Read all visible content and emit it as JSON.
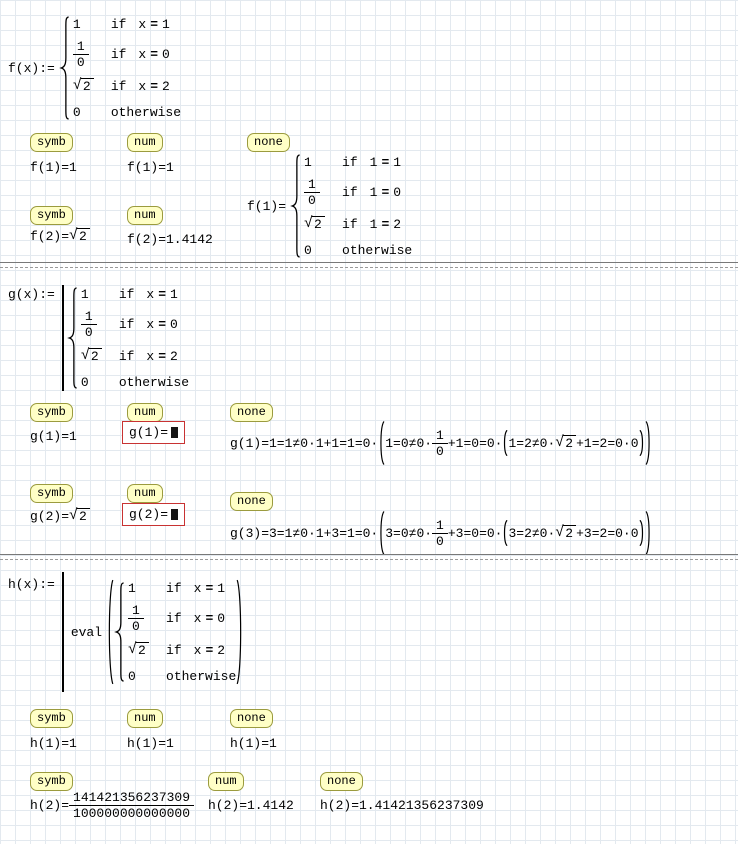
{
  "glyphs": {
    "sqrt": "√"
  },
  "tags": {
    "symb": "symb",
    "num": "num",
    "none": "none"
  },
  "pw_x": {
    "r1": {
      "v": "1",
      "kw": "if",
      "l": "x",
      "op": "=",
      "r": "1"
    },
    "r2": {
      "n": "1",
      "d": "0",
      "kw": "if",
      "l": "x",
      "op": "=",
      "r": "0"
    },
    "r3": {
      "s": "2",
      "kw": "if",
      "l": "x",
      "op": "=",
      "r": "2"
    },
    "r4": {
      "v": "0",
      "c": "otherwise"
    }
  },
  "pw_1": {
    "r1": {
      "v": "1",
      "kw": "if",
      "l": "1",
      "op": "=",
      "r": "1"
    },
    "r2": {
      "n": "1",
      "d": "0",
      "kw": "if",
      "l": "1",
      "op": "=",
      "r": "0"
    },
    "r3": {
      "s": "2",
      "kw": "if",
      "l": "1",
      "op": "=",
      "r": "2"
    },
    "r4": {
      "v": "0",
      "c": "otherwise"
    }
  },
  "f": {
    "lhs": "f(x):=",
    "symb1": "f(1)=1",
    "num1": "f(1)=1",
    "none1_lhs": "f(1)=",
    "symb2_pre": "f(2)=",
    "symb2_sqrt": "2",
    "num2": "f(2)=1.4142"
  },
  "g": {
    "lhs": "g(x):=",
    "symb1": "g(1)=1",
    "err1": "g(1)=",
    "none1": {
      "t1": "g(1)=1=1≠0·1+1=1=0·",
      "t2": "1=0≠0·",
      "fn": "1",
      "fd": "0",
      "t3": "+1=0=0·",
      "t4": "1=2≠0·",
      "sq": "2",
      "t5": "+1=2=0·0"
    },
    "symb2_pre": "g(2)=",
    "symb2_sqrt": "2",
    "err2": "g(2)=",
    "none2": {
      "t1": "g(3)=3=1≠0·1+3=1=0·",
      "t2": "3=0≠0·",
      "fn": "1",
      "fd": "0",
      "t3": "+3=0=0·",
      "t4": "3=2≠0·",
      "sq": "2",
      "t5": "+3=2=0·0"
    }
  },
  "h": {
    "lhs": "h(x):=",
    "eval": "eval",
    "symb1": "h(1)=1",
    "num1": "h(1)=1",
    "none1": "h(1)=1",
    "symb2_pre": "h(2)=",
    "frac_n": "141421356237309",
    "frac_d": "100000000000000",
    "num2": "h(2)=1.4142",
    "none2": "h(2)=1.41421356237309"
  }
}
